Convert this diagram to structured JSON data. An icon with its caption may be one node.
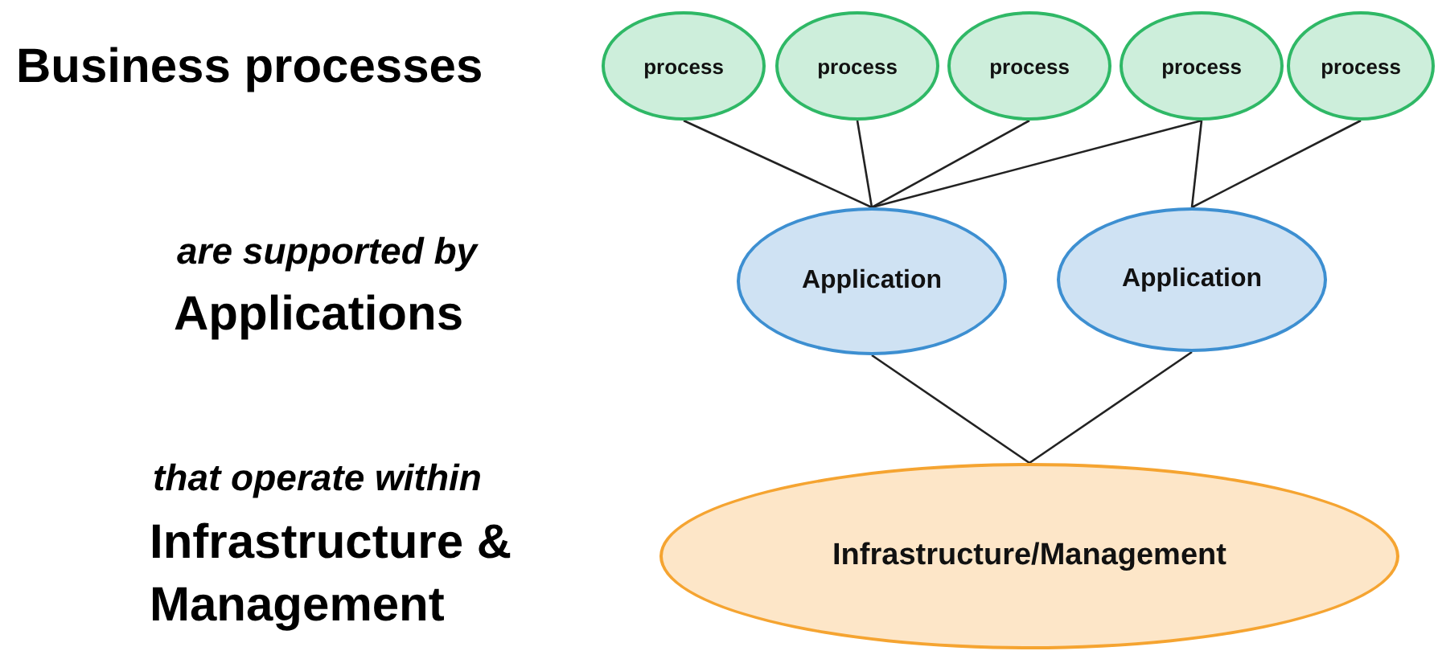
{
  "diagram": {
    "nodes": [
      {
        "text": [
          "process"
        ]
      },
      {
        "text": [
          "process"
        ]
      },
      {
        "text": [
          "process"
        ]
      },
      {
        "text": [
          "process"
        ]
      },
      {
        "text": [
          "process"
        ]
      },
      {
        "text": [
          "Application"
        ]
      },
      {
        "text": [
          "Application"
        ]
      },
      {
        "text": [
          "Infrastructure/Management"
        ]
      }
    ],
    "edges": [
      {
        "from": 0,
        "to": 5,
        "arrow": "none"
      },
      {
        "from": 1,
        "to": 5,
        "arrow": "none"
      },
      {
        "from": 2,
        "to": 5,
        "arrow": "none"
      },
      {
        "from": 3,
        "to": 5,
        "arrow": "none"
      },
      {
        "from": 3,
        "to": 6,
        "arrow": "none"
      },
      {
        "from": 4,
        "to": 6,
        "arrow": "none"
      },
      {
        "from": 5,
        "to": 7,
        "arrow": "none"
      },
      {
        "from": 6,
        "to": 7,
        "arrow": "none"
      }
    ],
    "labels": [
      "Business processes",
      "are supported by",
      "Applications",
      "that operate within",
      "Infrastructure & Management"
    ]
  }
}
